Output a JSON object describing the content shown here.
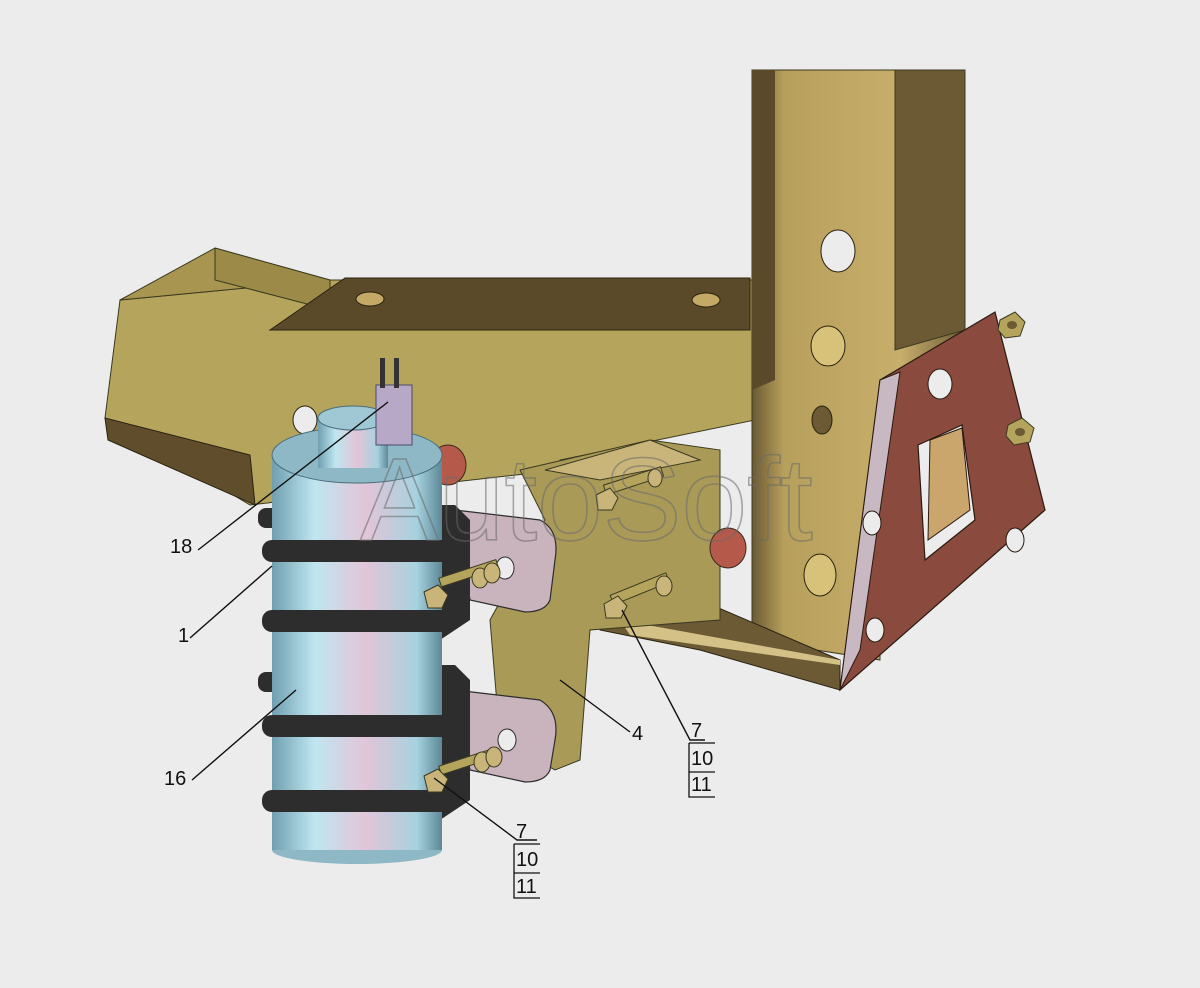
{
  "watermark": "AutoSoft",
  "callouts": {
    "c18": "18",
    "c1": "1",
    "c16": "16",
    "c4": "4",
    "stack_right": [
      "7",
      "10",
      "11"
    ],
    "stack_bottom": [
      "7",
      "10",
      "11"
    ]
  },
  "colors": {
    "background": "#ececec",
    "frame": "#b5a45c",
    "frame_shadow": "#6b5a34",
    "plate": "#8a4a3e",
    "cylinder": "#a9d6e2",
    "bracket_clamp": "#2d2d2d",
    "strap": "#c9b3bd"
  }
}
